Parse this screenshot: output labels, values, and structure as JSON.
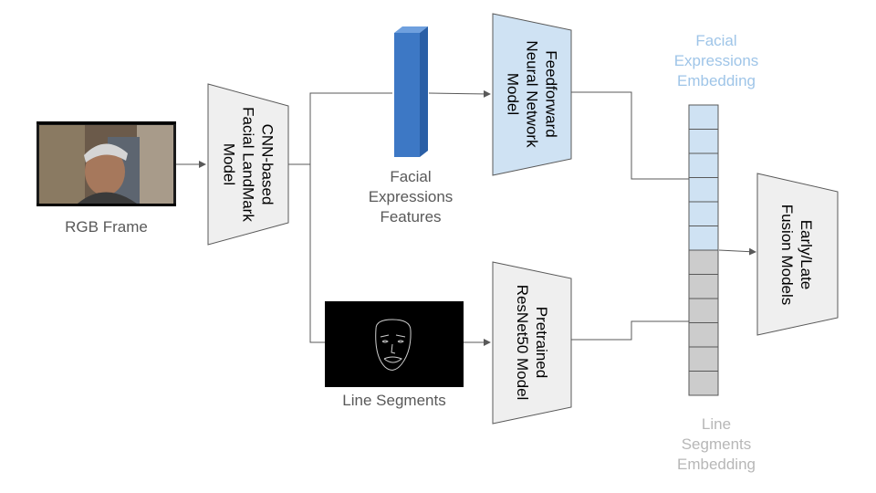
{
  "labels": {
    "rgb_frame": "RGB Frame",
    "facial_features": "Facial\nExpressions\nFeatures",
    "line_segments": "Line Segments",
    "facial_embedding": "Facial\nExpressions\nEmbedding",
    "line_embedding": "Line\nSegments\nEmbedding"
  },
  "models": {
    "cnn": "CNN-based\nFacial LandMark\nModel",
    "ffnn": "Feedforward\nNeural Network\nModel",
    "resnet": "Pretrained\nResNet50 Model",
    "fusion": "Early/Late\nFusion Models"
  },
  "colors": {
    "blue_fill": "#cfe2f3",
    "grey_fill": "#cccccc",
    "trap_fill": "#efefef",
    "feature_bar": "#3d78c5",
    "line": "#595959"
  },
  "embedding": {
    "blue_cells": 6,
    "grey_cells": 6
  }
}
